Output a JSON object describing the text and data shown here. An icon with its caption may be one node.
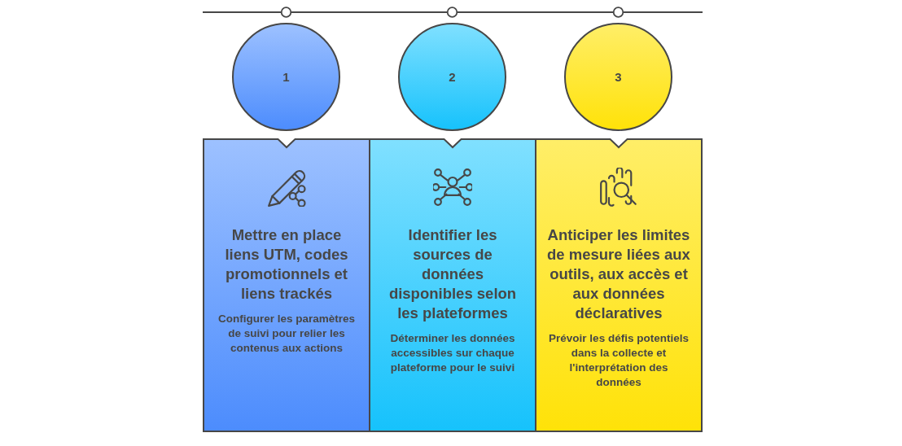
{
  "diagram": {
    "nodes": [
      {
        "text": [
          "1"
        ]
      },
      {
        "text": [
          "2"
        ]
      },
      {
        "text": [
          "3"
        ]
      },
      {
        "text": [
          "Mettre en place liens UTM, codes promotionnels et liens trackés",
          "Configurer les paramètres de suivi pour relier les contenus aux actions"
        ]
      },
      {
        "text": [
          "Identifier les sources de données disponibles selon les plateformes",
          "Déterminer les données accessibles sur chaque plateforme pour le suivi"
        ]
      },
      {
        "text": [
          "Anticiper les limites de mesure liées aux outils, aux accès et aux données déclaratives",
          "Prévoir les défis potentiels dans la collecte et l'interprétation des données"
        ]
      }
    ]
  }
}
